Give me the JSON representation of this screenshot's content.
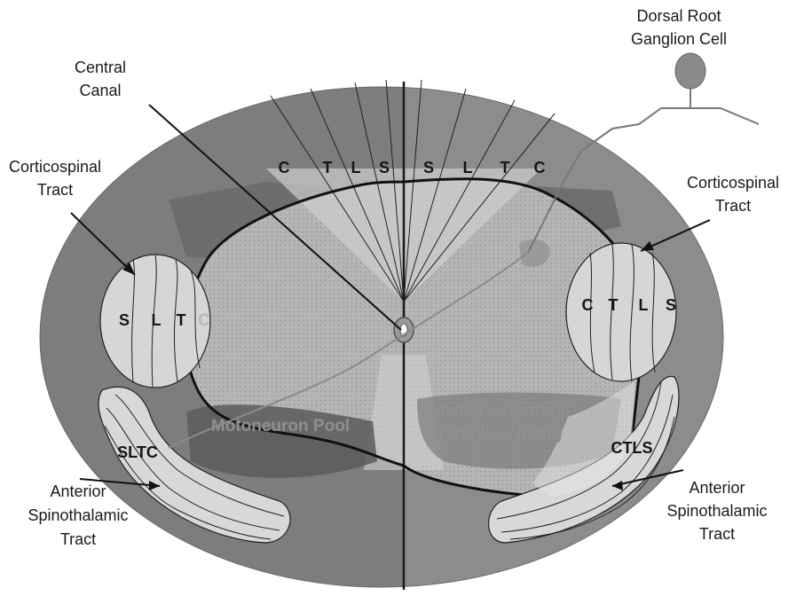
{
  "labels": {
    "dorsal_root_ganglion": [
      "Dorsal Root",
      "Ganglion Cell"
    ],
    "central_canal": [
      "Central",
      "Canal"
    ],
    "corticospinal_left": [
      "Corticospinal",
      "Tract"
    ],
    "corticospinal_right": [
      "Corticospinal",
      "Tract"
    ],
    "anterior_spinothalamic_left": [
      "Anterior",
      "Spinothalamic",
      "Tract"
    ],
    "anterior_spinothalamic_right": [
      "Anterior",
      "Spinothalamic",
      "Tract"
    ]
  },
  "dorsal_column_letters": [
    "C",
    "T",
    "L",
    "S",
    "S",
    "L",
    "T",
    "C"
  ],
  "corticospinal_left_letters": [
    "S",
    "L",
    "T",
    "C"
  ],
  "corticospinal_right_letters": [
    "C",
    "T",
    "L",
    "S"
  ],
  "spinothalamic_left_text": "SLTC",
  "spinothalamic_right_text": "CTLS",
  "motoneuron_pool_text": "Motoneuron Pool",
  "medial_lateral_text": [
    "Medial → Latteral",
    "(Trunk → hand)"
  ],
  "colors": {
    "outer_cord": "#7d7d7d",
    "right_half": "#8a8a8a",
    "gray_matter": "#b9b9b9",
    "tract_fill": "#d8d8d8",
    "motor_region": "#5c5c5c"
  }
}
